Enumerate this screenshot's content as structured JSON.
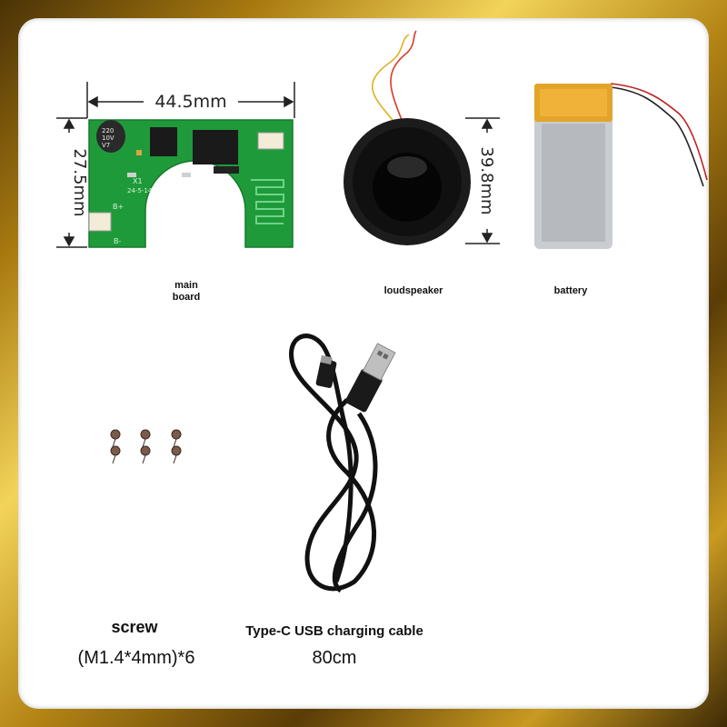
{
  "board": {
    "width_label": "44.5mm",
    "height_label": "27.5mm",
    "name_line1": "main",
    "name_line2": "board",
    "capacitor_text": "220 10V V7",
    "silk_x1": "X1",
    "silk_date": "24-5-14",
    "silk_bplus": "B+",
    "silk_bminus": "B-"
  },
  "speaker": {
    "diameter_label": "39.8mm",
    "name": "loudspeaker"
  },
  "battery": {
    "name": "battery"
  },
  "screw": {
    "title": "screw",
    "spec": "(M1.4*4mm)*6"
  },
  "cable": {
    "title": "Type-C USB charging cable",
    "length": "80cm"
  }
}
